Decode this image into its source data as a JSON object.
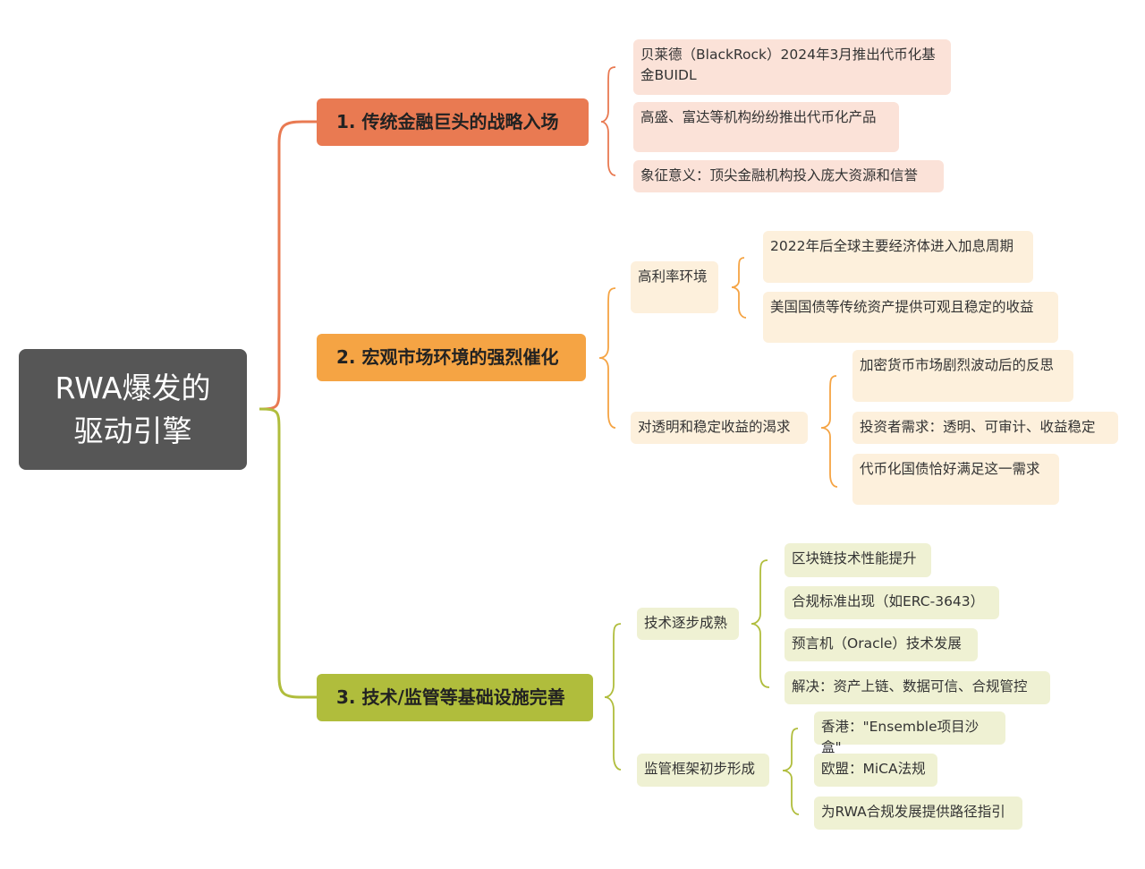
{
  "root": {
    "line1": "RWA爆发的",
    "line2": "驱动引擎"
  },
  "branches": [
    {
      "label": "1.  传统金融巨头的战略入场",
      "color": "#e97a52",
      "items": [
        {
          "line1": "贝莱德（BlackRock）2024年3月推出代币化基",
          "line2": "金BUIDL"
        },
        {
          "text": "高盛、富达等机构纷纷推出代币化产品"
        },
        {
          "text": "象征意义：顶尖金融机构投入庞大资源和信誉"
        }
      ]
    },
    {
      "label": "2. 宏观市场环境的强烈催化",
      "color": "#f5a444",
      "groups": [
        {
          "label": "高利率环境",
          "items": [
            "2022年后全球主要经济体进入加息周期",
            "美国国债等传统资产提供可观且稳定的收益"
          ]
        },
        {
          "label": "对透明和稳定收益的渴求",
          "items": [
            "加密货币市场剧烈波动后的反思",
            "投资者需求：透明、可审计、收益稳定",
            "代币化国债恰好满足这一需求"
          ]
        }
      ]
    },
    {
      "label": "3. 技术/监管等基础设施完善",
      "color": "#b0bd3c",
      "groups": [
        {
          "label": "技术逐步成熟",
          "items": [
            "区块链技术性能提升",
            "合规标准出现（如ERC-3643）",
            "预言机（Oracle）技术发展",
            "解决：资产上链、数据可信、合规管控"
          ]
        },
        {
          "label": "监管框架初步形成",
          "items": [
            "香港：\"Ensemble项目沙盒\"",
            "欧盟：MiCA法规",
            "为RWA合规发展提供路径指引"
          ]
        }
      ]
    }
  ]
}
